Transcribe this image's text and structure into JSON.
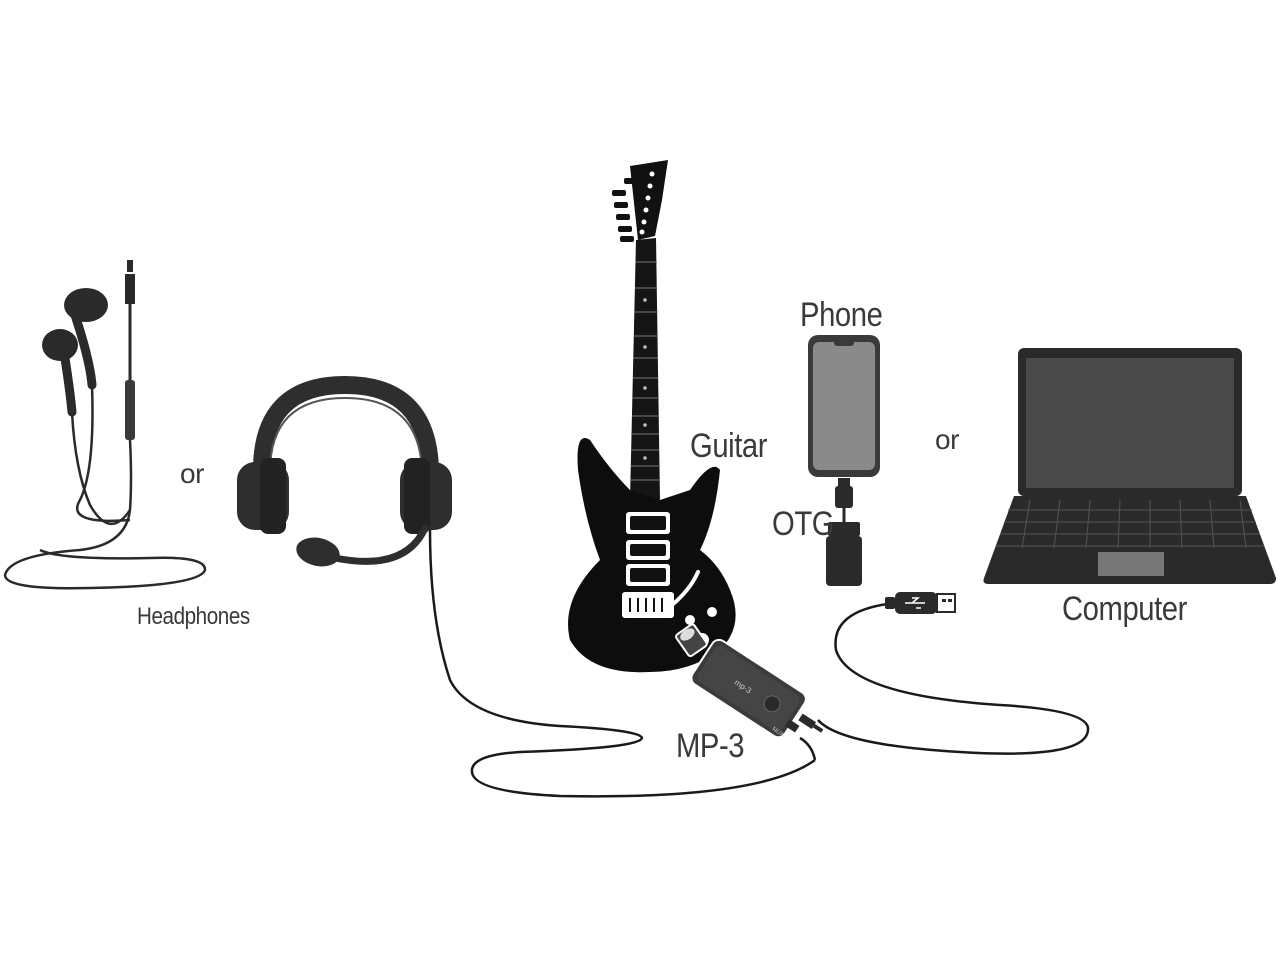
{
  "labels": {
    "headphones": "Headphones",
    "or_left": "or",
    "guitar": "Guitar",
    "phone": "Phone",
    "otg": "OTG",
    "or_right": "or",
    "computer": "Computer",
    "device": "MP-3"
  },
  "device_text": {
    "brand": "NUX",
    "logo": "mp-3"
  },
  "colors": {
    "ink": "#1a1a1a",
    "device_body": "#3b3b3b",
    "screen": "#8a8a8a",
    "text": "#3a3a3a",
    "background": "#ffffff"
  },
  "icons": [
    "earbuds-icon",
    "headset-icon",
    "guitar-icon",
    "phone-icon",
    "otg-adapter-icon",
    "usb-plug-icon",
    "laptop-icon",
    "mp3-device-icon"
  ]
}
